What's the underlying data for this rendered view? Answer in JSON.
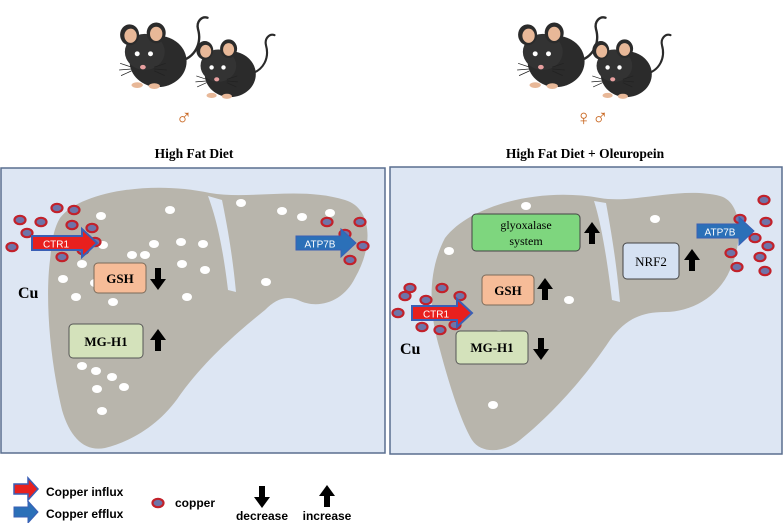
{
  "colors": {
    "panel_bg": "#dde6f3",
    "panel_border": "#5a6f8f",
    "liver": "#b8b5ac",
    "influx_arrow": "#e8201e",
    "efflux_arrow": "#2b70b8",
    "copper_fill": "#6e74a8",
    "copper_ring": "#c2212a",
    "gsh_box": "#f6bc98",
    "mgh1_box": "#d4e2bb",
    "glyoxalase_box": "#7ed67e",
    "nrf2_box": "#d5e1f2",
    "symbol_color": "#c8651e"
  },
  "icons": {
    "mouse": "mouse-icon",
    "male_symbol": "male-symbol-icon",
    "female_symbol": "female-symbol-icon"
  },
  "left_panel": {
    "title": "High Fat Diet",
    "sex_symbols": "♂",
    "cu_label": "Cu",
    "ctr1_label": "CTR1",
    "atp7b_label": "ATP7B",
    "gsh_label": "GSH",
    "gsh_change": "decrease",
    "mgh1_label": "MG-H1",
    "mgh1_change": "increase"
  },
  "right_panel": {
    "title": "High Fat Diet + Oleuropein",
    "sex_symbols": "♀♂",
    "cu_label": "Cu",
    "ctr1_label": "CTR1",
    "atp7b_label": "ATP7B",
    "glyoxalase_line1": "glyoxalase",
    "glyoxalase_line2": "system",
    "glyoxalase_change": "increase",
    "nrf2_label": "NRF2",
    "nrf2_change": "increase",
    "gsh_label": "GSH",
    "gsh_change": "increase",
    "mgh1_label": "MG-H1",
    "mgh1_change": "decrease"
  },
  "legend": {
    "influx_label": "Copper influx",
    "efflux_label": "Copper efflux",
    "copper_label": "copper",
    "decrease_label": "decrease",
    "increase_label": "increase"
  }
}
